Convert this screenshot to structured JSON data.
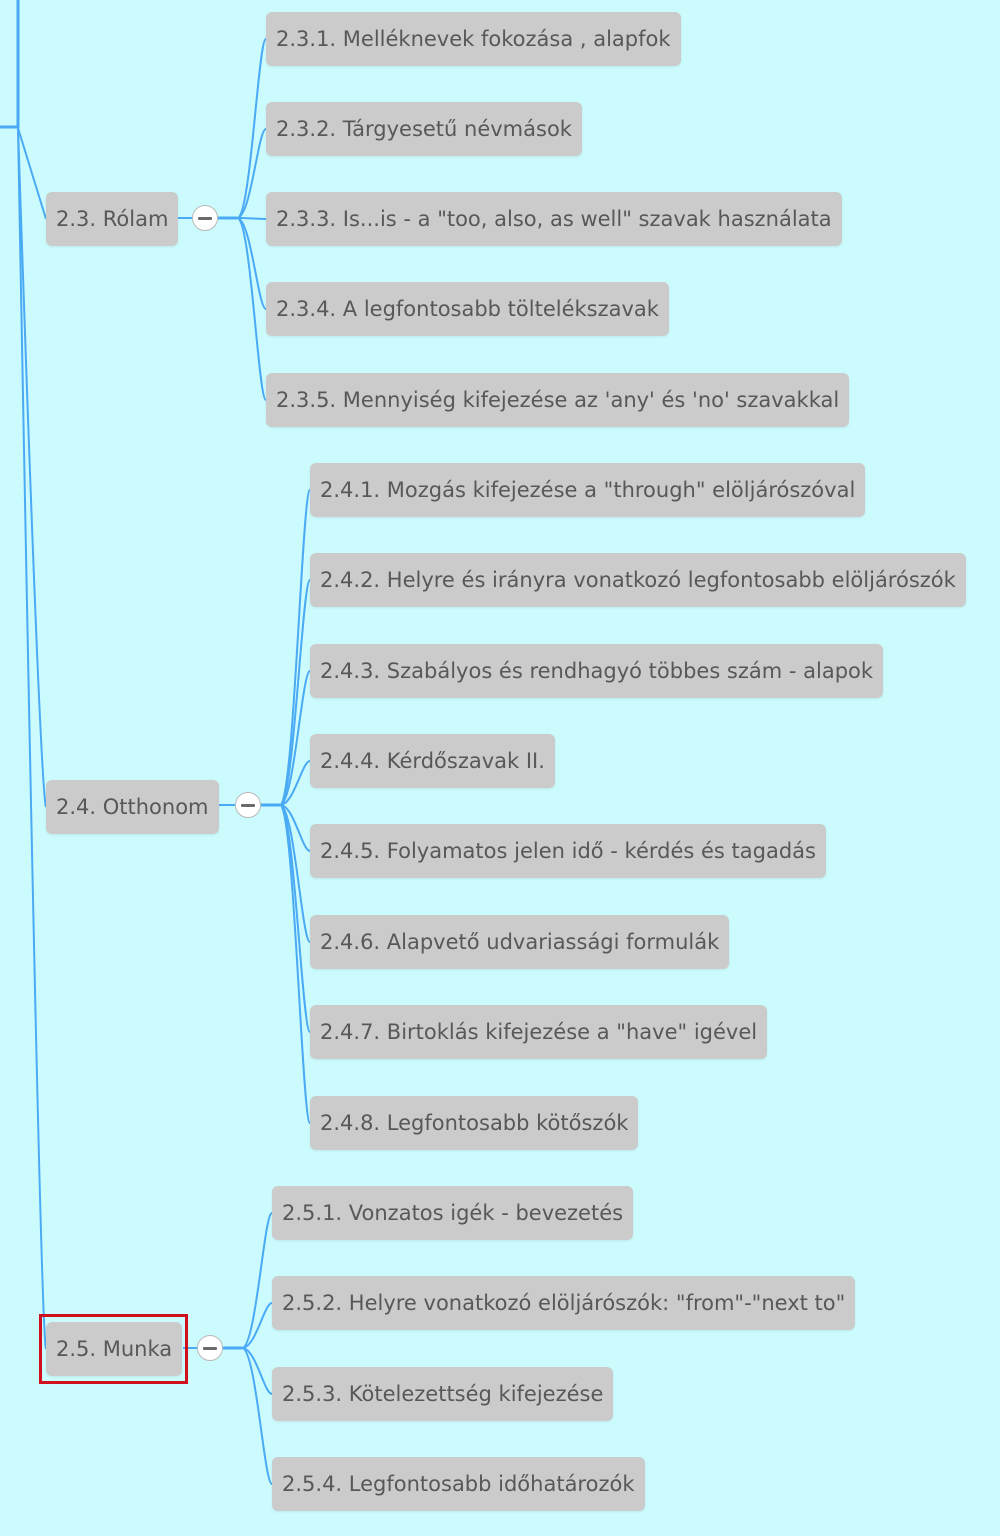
{
  "mindmap": {
    "topics": [
      {
        "id": "t23",
        "label": "2.3. Rólam",
        "selected": false,
        "collapse_icon": "minus-icon",
        "subtopics": [
          "2.3.1. Melléknevek fokozása , alapfok",
          "2.3.2. Tárgyesetű névmások",
          "2.3.3. Is...is - a \"too, also, as well\" szavak használata",
          "2.3.4. A legfontosabb töltelékszavak",
          "2.3.5. Mennyiség kifejezése az 'any' és 'no' szavakkal"
        ]
      },
      {
        "id": "t24",
        "label": "2.4. Otthonom",
        "selected": false,
        "collapse_icon": "minus-icon",
        "subtopics": [
          "2.4.1. Mozgás kifejezése a \"through\" elöljárószóval",
          "2.4.2. Helyre és irányra vonatkozó legfontosabb elöljárószók",
          "2.4.3. Szabályos és rendhagyó többes szám - alapok",
          "2.4.4. Kérdőszavak II.",
          "2.4.5. Folyamatos jelen idő - kérdés és tagadás",
          "2.4.6. Alapvető udvariassági formulák",
          "2.4.7. Birtoklás kifejezése a \"have\" igével",
          "2.4.8. Legfontosabb kötőszók"
        ]
      },
      {
        "id": "t25",
        "label": "2.5. Munka",
        "selected": true,
        "collapse_icon": "minus-icon",
        "subtopics": [
          "2.5.1. Vonzatos igék - bevezetés",
          "2.5.2. Helyre vonatkozó elöljárószók: \"from\"-\"next to\"",
          "2.5.3. Kötelezettség kifejezése",
          "2.5.4. Legfontosabb időhatározók"
        ]
      }
    ],
    "colors": {
      "background": "#ccfbfe",
      "node_fill": "#cccbcb",
      "node_text": "#585858",
      "connector": "#4aaaf4",
      "selection": "#d0101e"
    }
  }
}
